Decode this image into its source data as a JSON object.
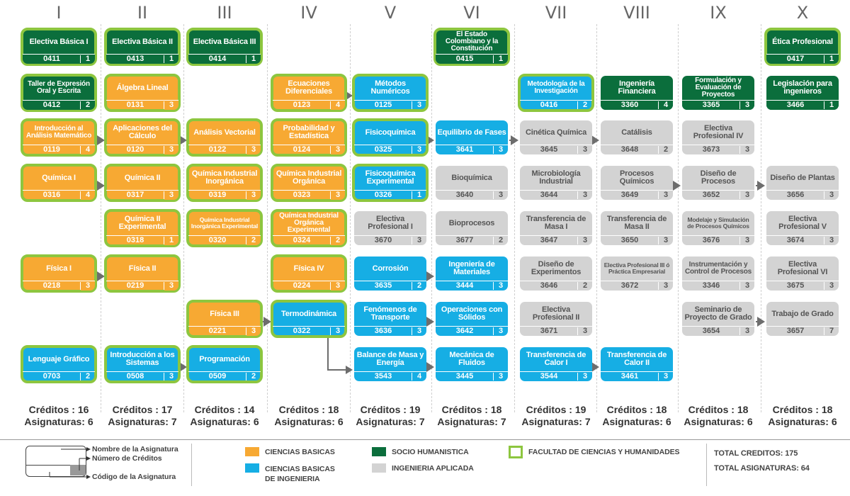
{
  "semesters": [
    "I",
    "II",
    "III",
    "IV",
    "V",
    "VI",
    "VII",
    "VIII",
    "IX",
    "X"
  ],
  "courses": [
    {
      "col": 0,
      "row": 0,
      "name": "Electiva Básica I",
      "code": "0411",
      "credits": "1",
      "type": "sh",
      "fac": true
    },
    {
      "col": 0,
      "row": 1,
      "name": "Taller de Expresión Oral y Escrita",
      "code": "0412",
      "credits": "2",
      "type": "sh",
      "fac": true
    },
    {
      "col": 0,
      "row": 2,
      "name": "Introducción al Análisis Matemático",
      "code": "0119",
      "credits": "4",
      "type": "ba",
      "fac": true
    },
    {
      "col": 0,
      "row": 3,
      "name": "Química I",
      "code": "0316",
      "credits": "4",
      "type": "ba",
      "fac": true
    },
    {
      "col": 0,
      "row": 5,
      "name": "Física I",
      "code": "0218",
      "credits": "3",
      "type": "ba",
      "fac": true
    },
    {
      "col": 0,
      "row": 7,
      "name": "Lenguaje Gráfico",
      "code": "0703",
      "credits": "2",
      "type": "bi",
      "fac": true
    },
    {
      "col": 1,
      "row": 0,
      "name": "Electiva Básica II",
      "code": "0413",
      "credits": "1",
      "type": "sh",
      "fac": true
    },
    {
      "col": 1,
      "row": 1,
      "name": "Álgebra Lineal",
      "code": "0131",
      "credits": "3",
      "type": "ba",
      "fac": true
    },
    {
      "col": 1,
      "row": 2,
      "name": "Aplicaciones del Cálculo",
      "code": "0120",
      "credits": "3",
      "type": "ba",
      "fac": true
    },
    {
      "col": 1,
      "row": 3,
      "name": "Química II",
      "code": "0317",
      "credits": "3",
      "type": "ba",
      "fac": true
    },
    {
      "col": 1,
      "row": 4,
      "name": "Química II Experimental",
      "code": "0318",
      "credits": "1",
      "type": "ba",
      "fac": true
    },
    {
      "col": 1,
      "row": 5,
      "name": "Física II",
      "code": "0219",
      "credits": "3",
      "type": "ba",
      "fac": true
    },
    {
      "col": 1,
      "row": 7,
      "name": "Introducción a los Sistemas",
      "code": "0508",
      "credits": "3",
      "type": "bi",
      "fac": true
    },
    {
      "col": 2,
      "row": 0,
      "name": "Electiva Básica III",
      "code": "0414",
      "credits": "1",
      "type": "sh",
      "fac": true
    },
    {
      "col": 2,
      "row": 2,
      "name": "Análisis Vectorial",
      "code": "0122",
      "credits": "3",
      "type": "ba",
      "fac": true
    },
    {
      "col": 2,
      "row": 3,
      "name": "Química Industrial Inorgánica",
      "code": "0319",
      "credits": "3",
      "type": "ba",
      "fac": true
    },
    {
      "col": 2,
      "row": 4,
      "name": "Química Industrial Inorgánica Experimental",
      "code": "0320",
      "credits": "2",
      "type": "ba",
      "fac": true
    },
    {
      "col": 2,
      "row": 6,
      "name": "Física III",
      "code": "0221",
      "credits": "3",
      "type": "ba",
      "fac": true
    },
    {
      "col": 2,
      "row": 7,
      "name": "Programación",
      "code": "0509",
      "credits": "2",
      "type": "bi",
      "fac": true
    },
    {
      "col": 3,
      "row": 1,
      "name": "Ecuaciones Diferenciales",
      "code": "0123",
      "credits": "4",
      "type": "ba",
      "fac": true
    },
    {
      "col": 3,
      "row": 2,
      "name": "Probabilidad y Estadística",
      "code": "0124",
      "credits": "3",
      "type": "ba",
      "fac": true
    },
    {
      "col": 3,
      "row": 3,
      "name": "Química Industrial Orgánica",
      "code": "0323",
      "credits": "3",
      "type": "ba",
      "fac": true
    },
    {
      "col": 3,
      "row": 4,
      "name": "Química Industrial Orgánica Experimental",
      "code": "0324",
      "credits": "2",
      "type": "ba",
      "fac": true
    },
    {
      "col": 3,
      "row": 5,
      "name": "Física IV",
      "code": "0224",
      "credits": "3",
      "type": "ba",
      "fac": true
    },
    {
      "col": 3,
      "row": 6,
      "name": "Termodinámica",
      "code": "0322",
      "credits": "3",
      "type": "bi",
      "fac": true
    },
    {
      "col": 4,
      "row": 1,
      "name": "Métodos Numéricos",
      "code": "0125",
      "credits": "3",
      "type": "bi",
      "fac": true
    },
    {
      "col": 4,
      "row": 2,
      "name": "Fisicoquímica",
      "code": "0325",
      "credits": "3",
      "type": "bi",
      "fac": true
    },
    {
      "col": 4,
      "row": 3,
      "name": "Fisicoquímica Experimental",
      "code": "0326",
      "credits": "1",
      "type": "bi",
      "fac": true
    },
    {
      "col": 4,
      "row": 4,
      "name": "Electiva Profesional I",
      "code": "3670",
      "credits": "3",
      "type": "ia",
      "fac": false
    },
    {
      "col": 4,
      "row": 5,
      "name": "Corrosión",
      "code": "3635",
      "credits": "2",
      "type": "bi",
      "fac": false
    },
    {
      "col": 4,
      "row": 6,
      "name": "Fenómenos de Transporte",
      "code": "3636",
      "credits": "3",
      "type": "bi",
      "fac": false
    },
    {
      "col": 4,
      "row": 7,
      "name": "Balance de Masa y Energía",
      "code": "3543",
      "credits": "4",
      "type": "bi",
      "fac": false
    },
    {
      "col": 5,
      "row": 0,
      "name": "El Estado Colombiano y la Constitución",
      "code": "0415",
      "credits": "1",
      "type": "sh",
      "fac": true
    },
    {
      "col": 5,
      "row": 2,
      "name": "Equilibrio de Fases",
      "code": "3641",
      "credits": "3",
      "type": "bi",
      "fac": false
    },
    {
      "col": 5,
      "row": 3,
      "name": "Bioquímica",
      "code": "3640",
      "credits": "3",
      "type": "ia",
      "fac": false
    },
    {
      "col": 5,
      "row": 4,
      "name": "Bioprocesos",
      "code": "3677",
      "credits": "2",
      "type": "ia",
      "fac": false
    },
    {
      "col": 5,
      "row": 5,
      "name": "Ingeniería de Materiales",
      "code": "3444",
      "credits": "3",
      "type": "bi",
      "fac": false
    },
    {
      "col": 5,
      "row": 6,
      "name": "Operaciones con Sólidos",
      "code": "3642",
      "credits": "3",
      "type": "bi",
      "fac": false
    },
    {
      "col": 5,
      "row": 7,
      "name": "Mecánica de Fluidos",
      "code": "3445",
      "credits": "3",
      "type": "bi",
      "fac": false
    },
    {
      "col": 6,
      "row": 1,
      "name": "Metodología de la Investigación",
      "code": "0416",
      "credits": "2",
      "type": "bi",
      "fac": true
    },
    {
      "col": 6,
      "row": 2,
      "name": "Cinética Química",
      "code": "3645",
      "credits": "3",
      "type": "ia",
      "fac": false
    },
    {
      "col": 6,
      "row": 3,
      "name": "Microbiología Industrial",
      "code": "3644",
      "credits": "3",
      "type": "ia",
      "fac": false
    },
    {
      "col": 6,
      "row": 4,
      "name": "Transferencia de Masa I",
      "code": "3647",
      "credits": "3",
      "type": "ia",
      "fac": false
    },
    {
      "col": 6,
      "row": 5,
      "name": "Diseño de Experimentos",
      "code": "3646",
      "credits": "2",
      "type": "ia",
      "fac": false
    },
    {
      "col": 6,
      "row": 6,
      "name": "Electiva Profesional II",
      "code": "3671",
      "credits": "3",
      "type": "ia",
      "fac": false
    },
    {
      "col": 6,
      "row": 7,
      "name": "Transferencia de Calor I",
      "code": "3544",
      "credits": "3",
      "type": "bi",
      "fac": false
    },
    {
      "col": 7,
      "row": 1,
      "name": "Ingeniería Financiera",
      "code": "3360",
      "credits": "4",
      "type": "sh",
      "fac": false
    },
    {
      "col": 7,
      "row": 2,
      "name": "Catálisis",
      "code": "3648",
      "credits": "2",
      "type": "ia",
      "fac": false
    },
    {
      "col": 7,
      "row": 3,
      "name": "Procesos Químicos",
      "code": "3649",
      "credits": "3",
      "type": "ia",
      "fac": false
    },
    {
      "col": 7,
      "row": 4,
      "name": "Transferencia de Masa II",
      "code": "3650",
      "credits": "3",
      "type": "ia",
      "fac": false
    },
    {
      "col": 7,
      "row": 5,
      "name": "Electiva Profesional III ó Práctica Empresarial",
      "code": "3672",
      "credits": "3",
      "type": "ia",
      "fac": false
    },
    {
      "col": 7,
      "row": 7,
      "name": "Transferencia de Calor II",
      "code": "3461",
      "credits": "3",
      "type": "bi",
      "fac": false
    },
    {
      "col": 8,
      "row": 1,
      "name": "Formulación y Evaluación de Proyectos",
      "code": "3365",
      "credits": "3",
      "type": "sh",
      "fac": false
    },
    {
      "col": 8,
      "row": 2,
      "name": "Electiva Profesional IV",
      "code": "3673",
      "credits": "3",
      "type": "ia",
      "fac": false
    },
    {
      "col": 8,
      "row": 3,
      "name": "Diseño de Procesos",
      "code": "3652",
      "credits": "3",
      "type": "ia",
      "fac": false
    },
    {
      "col": 8,
      "row": 4,
      "name": "Modelaje y Simulación de Procesos Químicos",
      "code": "3676",
      "credits": "3",
      "type": "ia",
      "fac": false
    },
    {
      "col": 8,
      "row": 5,
      "name": "Instrumentación y Control de Procesos",
      "code": "3346",
      "credits": "3",
      "type": "ia",
      "fac": false
    },
    {
      "col": 8,
      "row": 6,
      "name": "Seminario de Proyecto de Grado",
      "code": "3654",
      "credits": "3",
      "type": "ia",
      "fac": false
    },
    {
      "col": 9,
      "row": 0,
      "name": "Ética Profesional",
      "code": "0417",
      "credits": "1",
      "type": "sh",
      "fac": true
    },
    {
      "col": 9,
      "row": 1,
      "name": "Legislación para ingenieros",
      "code": "3466",
      "credits": "1",
      "type": "sh",
      "fac": false
    },
    {
      "col": 9,
      "row": 3,
      "name": "Diseño de Plantas",
      "code": "3656",
      "credits": "3",
      "type": "ia",
      "fac": false
    },
    {
      "col": 9,
      "row": 4,
      "name": "Electiva Profesional V",
      "code": "3674",
      "credits": "3",
      "type": "ia",
      "fac": false
    },
    {
      "col": 9,
      "row": 5,
      "name": "Electiva Profesional VI",
      "code": "3675",
      "credits": "3",
      "type": "ia",
      "fac": false
    },
    {
      "col": 9,
      "row": 6,
      "name": "Trabajo de Grado",
      "code": "3657",
      "credits": "7",
      "type": "ia",
      "fac": false
    }
  ],
  "arrows": [
    {
      "from": [
        0,
        2
      ],
      "to": [
        1,
        2
      ]
    },
    {
      "from": [
        0,
        3
      ],
      "to": [
        1,
        3
      ]
    },
    {
      "from": [
        0,
        5
      ],
      "to": [
        1,
        5
      ]
    },
    {
      "from": [
        1,
        2
      ],
      "to": [
        2,
        2
      ]
    },
    {
      "from": [
        1,
        7
      ],
      "to": [
        2,
        7
      ]
    },
    {
      "from": [
        2,
        6
      ],
      "to": [
        3,
        6
      ]
    },
    {
      "from": [
        3,
        1
      ],
      "to": [
        4,
        1
      ]
    },
    {
      "from": [
        4,
        2
      ],
      "to": [
        5,
        2
      ]
    },
    {
      "from": [
        4,
        5
      ],
      "to": [
        5,
        5
      ]
    },
    {
      "from": [
        4,
        6
      ],
      "to": [
        5,
        6
      ]
    },
    {
      "from": [
        4,
        7
      ],
      "to": [
        5,
        7
      ]
    },
    {
      "from": [
        5,
        2
      ],
      "to": [
        6,
        2
      ]
    },
    {
      "from": [
        6,
        2
      ],
      "to": [
        7,
        2
      ]
    },
    {
      "from": [
        7,
        3
      ],
      "to": [
        8,
        3
      ]
    },
    {
      "from": [
        8,
        3
      ],
      "to": [
        9,
        3
      ]
    },
    {
      "from": [
        8,
        6
      ],
      "to": [
        9,
        6
      ]
    },
    {
      "from": [
        6,
        7
      ],
      "to": [
        7,
        7
      ]
    },
    {
      "from": [
        3,
        6
      ],
      "to": [
        4,
        7
      ],
      "elbow": true
    }
  ],
  "totals": [
    {
      "creditos": "Créditos : 16",
      "asignaturas": "Asignaturas: 6"
    },
    {
      "creditos": "Créditos : 17",
      "asignaturas": "Asignaturas: 7"
    },
    {
      "creditos": "Créditos : 14",
      "asignaturas": "Asignaturas: 6"
    },
    {
      "creditos": "Créditos : 18",
      "asignaturas": "Asignaturas: 6"
    },
    {
      "creditos": "Créditos : 19",
      "asignaturas": "Asignaturas: 7"
    },
    {
      "creditos": "Créditos : 18",
      "asignaturas": "Asignaturas: 7"
    },
    {
      "creditos": "Créditos : 19",
      "asignaturas": "Asignaturas: 7"
    },
    {
      "creditos": "Créditos : 18",
      "asignaturas": "Asignaturas: 6"
    },
    {
      "creditos": "Créditos : 18",
      "asignaturas": "Asignaturas: 6"
    },
    {
      "creditos": "Créditos : 18",
      "asignaturas": "Asignaturas: 6"
    }
  ],
  "legend": {
    "key": {
      "nombre": "Nombre de la Asignatura",
      "creditos": "Número de Créditos",
      "codigo": "Código de la Asignatura"
    },
    "categories": {
      "ciencias_basicas": "CIENCIAS BASICAS",
      "ciencias_basicas_ing": "CIENCIAS BASICAS DE INGENIERIA",
      "socio_humanistica": "SOCIO HUMANISTICA",
      "ingenieria_aplicada": "INGENIERIA APLICADA",
      "facultad": "FACULTAD DE CIENCIAS Y HUMANIDADES"
    },
    "total_creditos": "TOTAL CREDITOS: 175",
    "total_asignaturas": "TOTAL ASIGNATURAS: 64"
  },
  "colors": {
    "ciencias_basicas": "#f7a933",
    "ciencias_basicas_ing": "#16aee4",
    "socio_humanistica": "#0b6e3c",
    "ingenieria_aplicada": "#d3d3d3",
    "facultad_border": "#8dc63f",
    "arrow": "#6d6d6d"
  }
}
